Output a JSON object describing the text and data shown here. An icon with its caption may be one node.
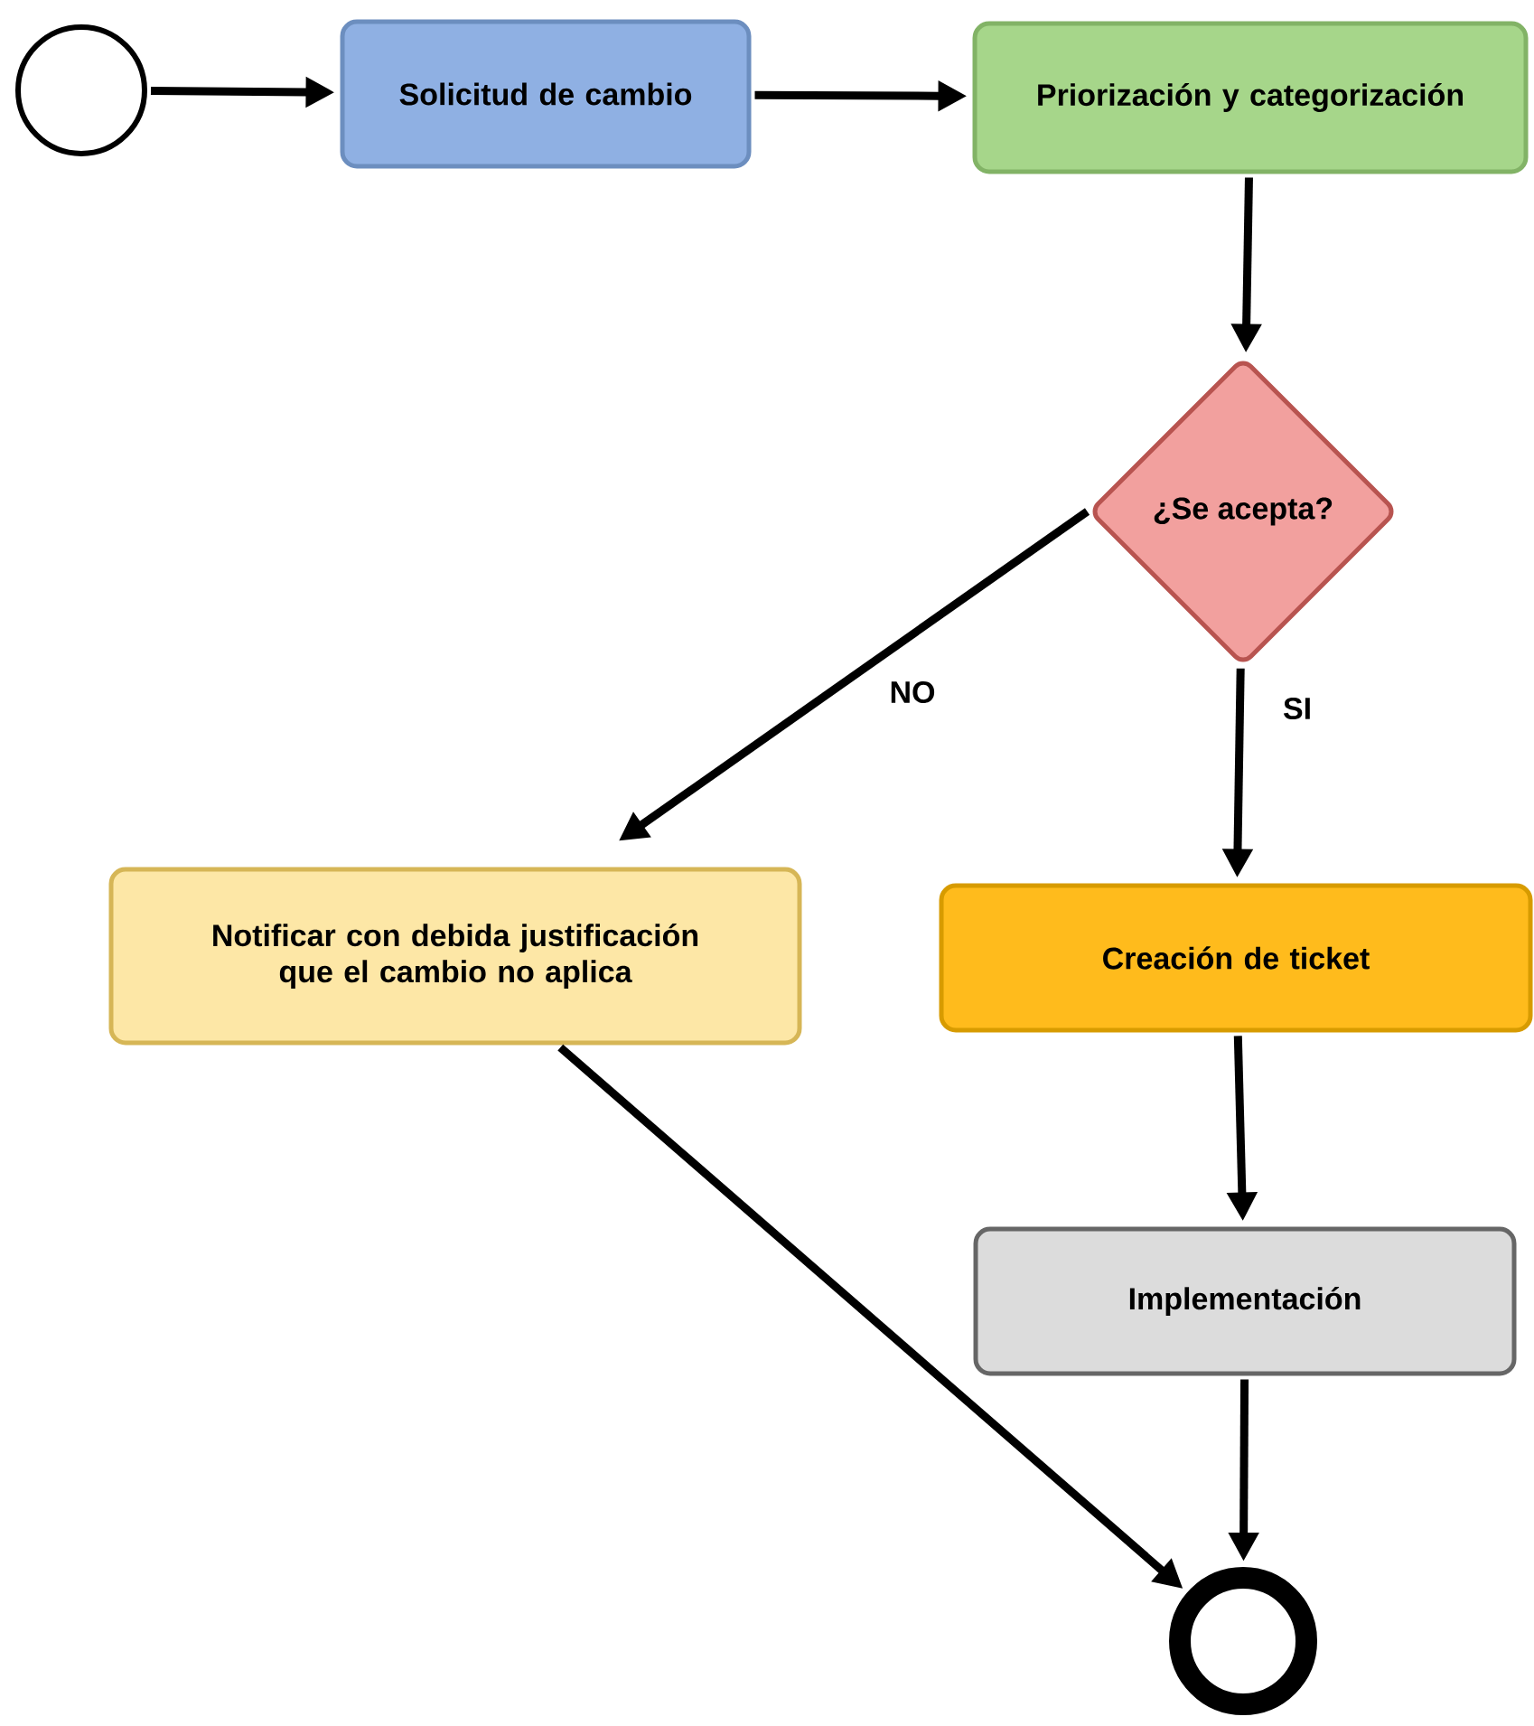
{
  "diagram": {
    "nodes": [
      {
        "text": [],
        "shape": "circle"
      },
      {
        "text": [
          "Solicitud de cambio"
        ]
      },
      {
        "text": [
          "Priorización y categorización"
        ]
      },
      {
        "text": [
          "¿Se acepta?"
        ]
      },
      {
        "text": [
          "Notificar con debida justificación que el cambio no aplica"
        ]
      },
      {
        "text": [
          "Creación de ticket"
        ]
      },
      {
        "text": [
          "Implementación"
        ]
      },
      {
        "text": [],
        "shape": "circle"
      }
    ],
    "edges": [
      {
        "from": 0,
        "to": 1,
        "arrow": "to"
      },
      {
        "from": 1,
        "to": 2,
        "arrow": "to"
      },
      {
        "from": 2,
        "to": 3,
        "arrow": "to"
      },
      {
        "from": 3,
        "to": 4,
        "arrow": "to",
        "label": "NO"
      },
      {
        "from": 3,
        "to": 5,
        "arrow": "to",
        "label": "SI"
      },
      {
        "from": 5,
        "to": 6,
        "arrow": "to"
      },
      {
        "from": 6,
        "to": 7,
        "arrow": "to"
      },
      {
        "from": 4,
        "to": 7,
        "arrow": "to"
      }
    ]
  }
}
